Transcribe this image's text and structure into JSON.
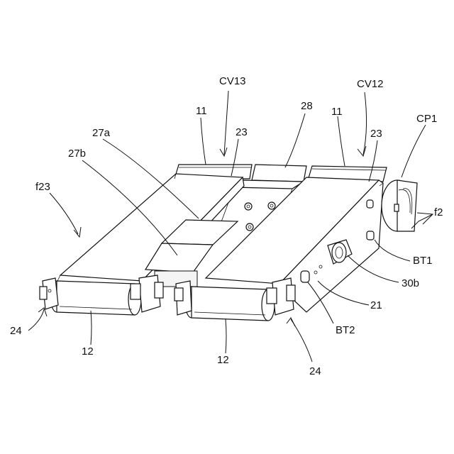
{
  "labels": {
    "cv13": "CV13",
    "cv12": "CV12",
    "n11_left": "11",
    "n11_right": "11",
    "n28": "28",
    "n23_left": "23",
    "n23_right": "23",
    "cp1": "CP1",
    "n27a": "27a",
    "n27b": "27b",
    "f23": "f23",
    "f2": "f2",
    "bt1": "BT1",
    "n30b": "30b",
    "n21": "21",
    "bt2": "BT2",
    "n24_left": "24",
    "n24_right": "24",
    "n12_left": "12",
    "n12_right": "12"
  }
}
